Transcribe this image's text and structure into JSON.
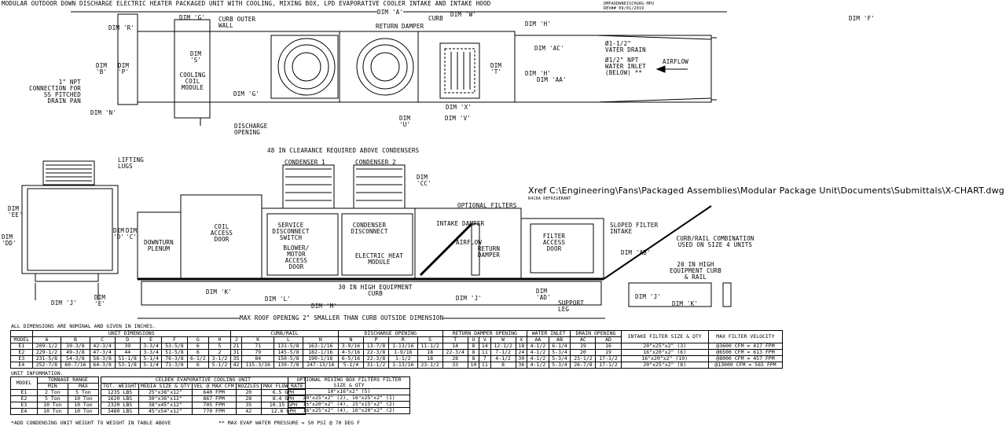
{
  "title": "MODULAR OUTDOOR DOWN DISCHARGE ELECTRIC HEATER PACKAGED UNIT WITH COOLING, MIXING BOX, LPD EVAPORATIVE COOLER INTAKE AND INTAKE HOOD",
  "drawing_id": "DMPADDWNDISCHGRG-MPU",
  "revision": "REV##  09/01/2019",
  "xref": "Xref C:\\Engineering\\Fans\\Packaged Assemblies\\Modular Package Unit\\Documents\\Submittals\\X-CHART.dwg",
  "refrigerant": "R410A REFRIGERANT",
  "labels": {
    "dim_a": "DIM 'A'",
    "dim_f": "DIM 'F'",
    "dim_g": "DIM 'G'",
    "dim_r": "DIM 'R'",
    "dim_s": "DIM 'S'",
    "dim_b": "DIM 'B'",
    "dim_p": "DIM 'P'",
    "dim_g2": "DIM 'G'",
    "dim_n": "DIM 'N'",
    "dim_w": "DIM 'W'",
    "dim_t": "DIM 'T'",
    "dim_x": "DIM 'X'",
    "dim_u": "DIM 'U'",
    "dim_v": "DIM 'V'",
    "dim_h": "DIM 'H'",
    "dim_ac": "DIM 'AC'",
    "dim_h2": "DIM 'H'",
    "dim_aa": "DIM 'AA'",
    "curb_outer_wall": "CURB OUTER WALL",
    "cooling_coil_module": "COOLING COIL MODULE",
    "return_damper": "RETURN DAMPER",
    "curb": "CURB",
    "npt_connection": "1\" NPT CONNECTION FOR SS PITCHED DRAIN PAN",
    "discharge_opening": "DISCHARGE OPENING",
    "water_drain": "Ø1-1/2\" VATER DRAIN",
    "water_inlet": "Ø1/2\" NPT WATER INLET (BELOW) **",
    "airflow": "AIRFLOW",
    "clearance": "48 IN CLEARANCE REQUIRED ABOVE CONDENSERS",
    "lifting_lugs": "LIFTING LUGS",
    "condenser_1": "CONDENSER 1",
    "condenser_2": "CONDENSER 2",
    "dim_cc": "DIM 'CC'",
    "optional_filters": "OPTIONAL FILTERS",
    "dim_ee": "DIM 'EE'",
    "dim_dd": "DIM 'DD'",
    "dim_d": "DIM 'D'",
    "dim_c": "DIM 'C'",
    "downturn_plenum": "DOWNTURN PLENUM",
    "coil_access_door": "COIL ACCESS DOOR",
    "service_disconnect": "SERVICE DISCONNECT SWITCH",
    "blower_door": "BLOWER/ MOTOR ACCESS DOOR",
    "condenser_disconnect": "CONDENSER DISCONNECT",
    "electric_heat": "ELECTRIC HEAT MODULE",
    "intake_damper": "INTAKE DAMPER",
    "airflow2": "AIRFLOW",
    "return_damper2": "RETURN DAMPER",
    "filter_access_door": "FILTER ACCESS DOOR",
    "sloped_filter": "SLOPED FILTER INTAKE",
    "dim_ab": "DIM 'AB'",
    "curb_rail_combo": "CURB/RAIL COMBINATION USED ON SIZE 4 UNITS",
    "high_curb_rail": "20 IN HIGH EQUIPMENT CURB & RAIL",
    "dim_j": "DIM 'J'",
    "dim_e": "DIM 'E'",
    "dim_k": "DIM 'K'",
    "dim_l": "DIM 'L'",
    "dim_m": "DIM 'M'",
    "high_curb": "30 IN HIGH EQUIPMENT CURB",
    "dim_j2": "DIM 'J'",
    "dim_ad": "DIM 'AD'",
    "support_leg": "SUPPORT LEG",
    "dim_j3": "DIM 'J'",
    "dim_k2": "DIM 'K'",
    "roof_opening": "MAX ROOF OPENING 2\" SMALLER THAN CURB OUTSIDE DIMENSION"
  },
  "dimensions_table": {
    "caption": "ALL DIMENSIONS ARE NOMINAL AND GIVEN IN INCHES.",
    "groups": [
      [
        "",
        1
      ],
      [
        "UNIT DIMENSIONS",
        8
      ],
      [
        "CURB/RAIL",
        4
      ],
      [
        "DISCHARGE OPENING",
        4
      ],
      [
        "RETURN DAMPER OPENING",
        5
      ],
      [
        "WATER INLET",
        2
      ],
      [
        "DRAIN OPENING",
        2
      ],
      [
        "INTAKE FILTER SIZE & QTY",
        1
      ],
      [
        "MAX FILTER VELOCITY",
        1
      ]
    ],
    "columns": [
      "MODEL",
      "A",
      "B",
      "C",
      "D",
      "E",
      "F",
      "G",
      "H",
      "J",
      "K",
      "L",
      "N",
      "N",
      "P",
      "R",
      "S",
      "T",
      "U",
      "V",
      "W",
      "X",
      "AA",
      "AB",
      "AC",
      "AD"
    ],
    "rows": [
      [
        "E1",
        "209-1/2",
        "39-3/8",
        "42-3/4",
        "39",
        "3-3/4",
        "53-5/8",
        "6",
        "5",
        "21",
        "71",
        "131-5/8",
        "163-1/16",
        "3-9/16",
        "13-7/8",
        "1-13/16",
        "11-1/2",
        "14",
        "8",
        "14",
        "12-1/2",
        "18",
        "4-1/2",
        "6-1/4",
        "19",
        "16",
        "20\"x25\"x2\" (3)",
        "@3600 CFM = 417 FPM"
      ],
      [
        "E2",
        "229-1/2",
        "49-3/8",
        "47-3/4",
        "44",
        "3-3/4",
        "51-5/8",
        "6",
        "2",
        "31",
        "79",
        "145-5/8",
        "182-1/16",
        "4-5/16",
        "22-3/8",
        "1-9/16",
        "18",
        "22-3/4",
        "8",
        "11",
        "7-1/2",
        "24",
        "4-1/2",
        "5-3/4",
        "20",
        "19",
        "16\"x20\"x2\" (6)",
        "@6500 CFM = 613 FPM"
      ],
      [
        "E3",
        "231-5/8",
        "54-3/8",
        "56-3/8",
        "51-1/8",
        "5-1/4",
        "76-3/8",
        "6-1/2",
        "3-1/2",
        "35",
        "84",
        "150-5/8",
        "190-1/16",
        "6-5/16",
        "22-3/8",
        "1-1/2",
        "18",
        "28",
        "8",
        "7",
        "4-1/2",
        "30",
        "4-1/2",
        "5-3/4",
        "23-1/2",
        "17-1/2",
        "16\"x20\"x2\" (10)",
        "@8000 CFM = 457 FPM"
      ],
      [
        "E4",
        "252-7/8",
        "60-7/16",
        "64-3/8",
        "53-1/8",
        "5-1/4",
        "71-3/8",
        "6",
        "5-1/2",
        "42",
        "115-3/16",
        "139-7/8",
        "247-13/16",
        "5-1/4",
        "31-1/2",
        "1-13/16",
        "23-1/2",
        "33",
        "10",
        "11",
        "8",
        "36",
        "4-1/2",
        "5-3/4",
        "26-7/8",
        "17-1/2",
        "20\"x25\"x2\" (8)",
        "@13000 CFM = 565 FPM"
      ]
    ]
  },
  "unit_info": {
    "caption": "UNIT INFORMATION.",
    "model_header": "MODEL",
    "tonnage_header": "TONNAGE RANGE",
    "min": "MIN",
    "max": "MAX",
    "rows": [
      [
        "E1",
        "2 Ton",
        "5 Ton"
      ],
      [
        "E2",
        "5 Ton",
        "10 Ton"
      ],
      [
        "E3",
        "10 Ton",
        "10 Ton"
      ],
      [
        "E4",
        "10 Ton",
        "10 Ton"
      ]
    ]
  },
  "celdek": {
    "header": "CELDEK EVAPORATIVE COOLING UNIT",
    "columns": [
      "TOT. WEIGHT",
      "MEDIA SIZE & QTY",
      "VEL @ MAX CFM",
      "NOZZLES",
      "MAX FLOW RATE"
    ],
    "rows": [
      [
        "1235 LBS",
        "25\"x38\"x12\"",
        "640 FPM",
        "20",
        "6.5 GPH"
      ],
      [
        "1620 LBS",
        "30\"x36\"x12\"",
        "867 FPM",
        "28",
        "8.4 GPH"
      ],
      [
        "2320 LBS",
        "38\"x45\"x12\"",
        "705 FPM",
        "35",
        "10.15 GPH"
      ],
      [
        "3480 LBS",
        "45\"x54\"x12\"",
        "770 FPM",
        "42",
        "12.6 GPH"
      ]
    ]
  },
  "mixing_filters": {
    "header": "OPTIONAL MIXING BOX FILTERS FILTER SIZE & QTY",
    "rows": [
      "10\"x16\"x2\" (5)",
      "20\"x25\"x2\" (2), 16\"x25\"x2\" (1)",
      "15\"x20\"x2\" (4), 15\"x15\"x2\" (2)",
      "18\"x25\"x2\" (4), 16\"x20\"x2\" (2)"
    ]
  },
  "notes": {
    "weight": "*ADD CONDENSING UNIT WEIGHT TO WEIGHT IN TABLE ABOVE",
    "pressure": "** MAX EVAP WATER PRESSURE = 50 PSI @ 70 DEG F"
  }
}
